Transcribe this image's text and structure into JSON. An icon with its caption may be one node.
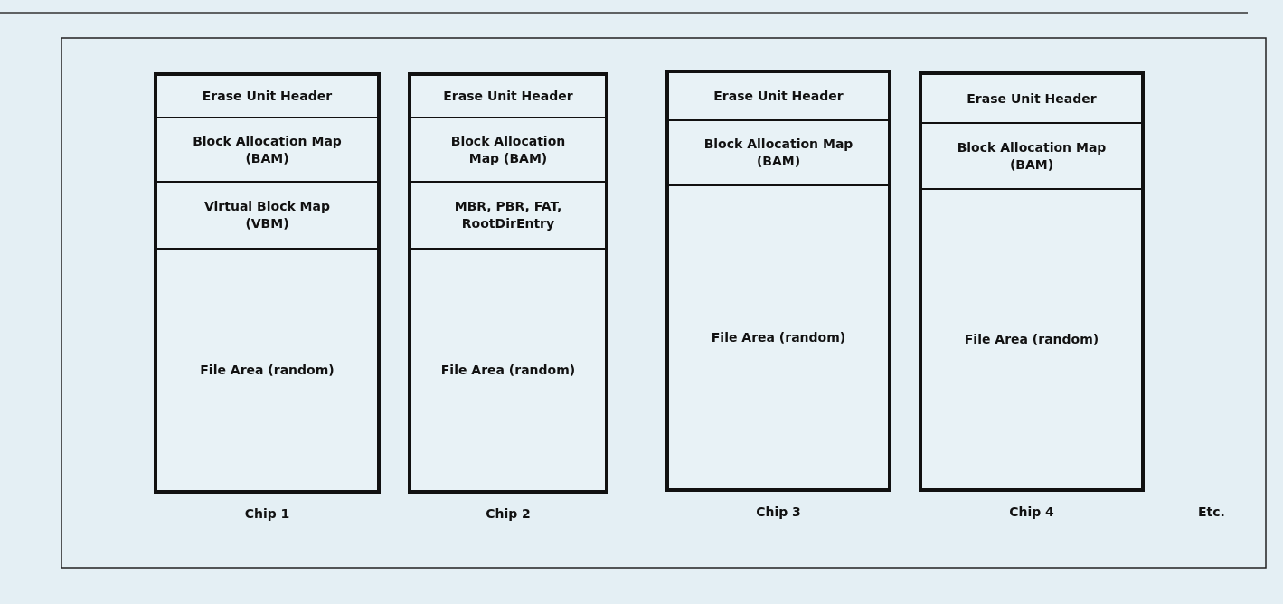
{
  "diagram": {
    "nodes": [
      {
        "text": [],
        "shape": "box",
        "beside": [
          "Chip 1"
        ]
      },
      {
        "text": [
          "Erase Unit Header"
        ],
        "in": 0
      },
      {
        "text": [
          "Block Allocation Map (BAM)"
        ],
        "in": 0
      },
      {
        "text": [
          "Virtual Block Map (VBM)"
        ],
        "in": 0
      },
      {
        "text": [
          "File Area (random)"
        ],
        "in": 0
      },
      {
        "text": [],
        "shape": "box",
        "beside": [
          "Chip 2"
        ]
      },
      {
        "text": [
          "Erase Unit Header"
        ],
        "in": 5
      },
      {
        "text": [
          "Block Allocation Map (BAM)"
        ],
        "in": 5
      },
      {
        "text": [
          "MBR, PBR, FAT, RootDirEntry"
        ],
        "in": 5
      },
      {
        "text": [
          "File Area (random)"
        ],
        "in": 5
      },
      {
        "text": [],
        "shape": "box",
        "beside": [
          "Chip 3"
        ]
      },
      {
        "text": [
          "Erase Unit Header"
        ],
        "in": 10
      },
      {
        "text": [
          "Block Allocation Map (BAM)"
        ],
        "in": 10
      },
      {
        "text": [
          "File Area (random)"
        ],
        "in": 10
      },
      {
        "text": [],
        "shape": "box",
        "beside": [
          "Chip 4"
        ]
      },
      {
        "text": [
          "Erase Unit Header"
        ],
        "in": 14
      },
      {
        "text": [
          "Block Allocation Map (BAM)"
        ],
        "in": 14
      },
      {
        "text": [
          "File Area (random)"
        ],
        "in": 14
      }
    ],
    "labels": [
      "Etc."
    ]
  }
}
